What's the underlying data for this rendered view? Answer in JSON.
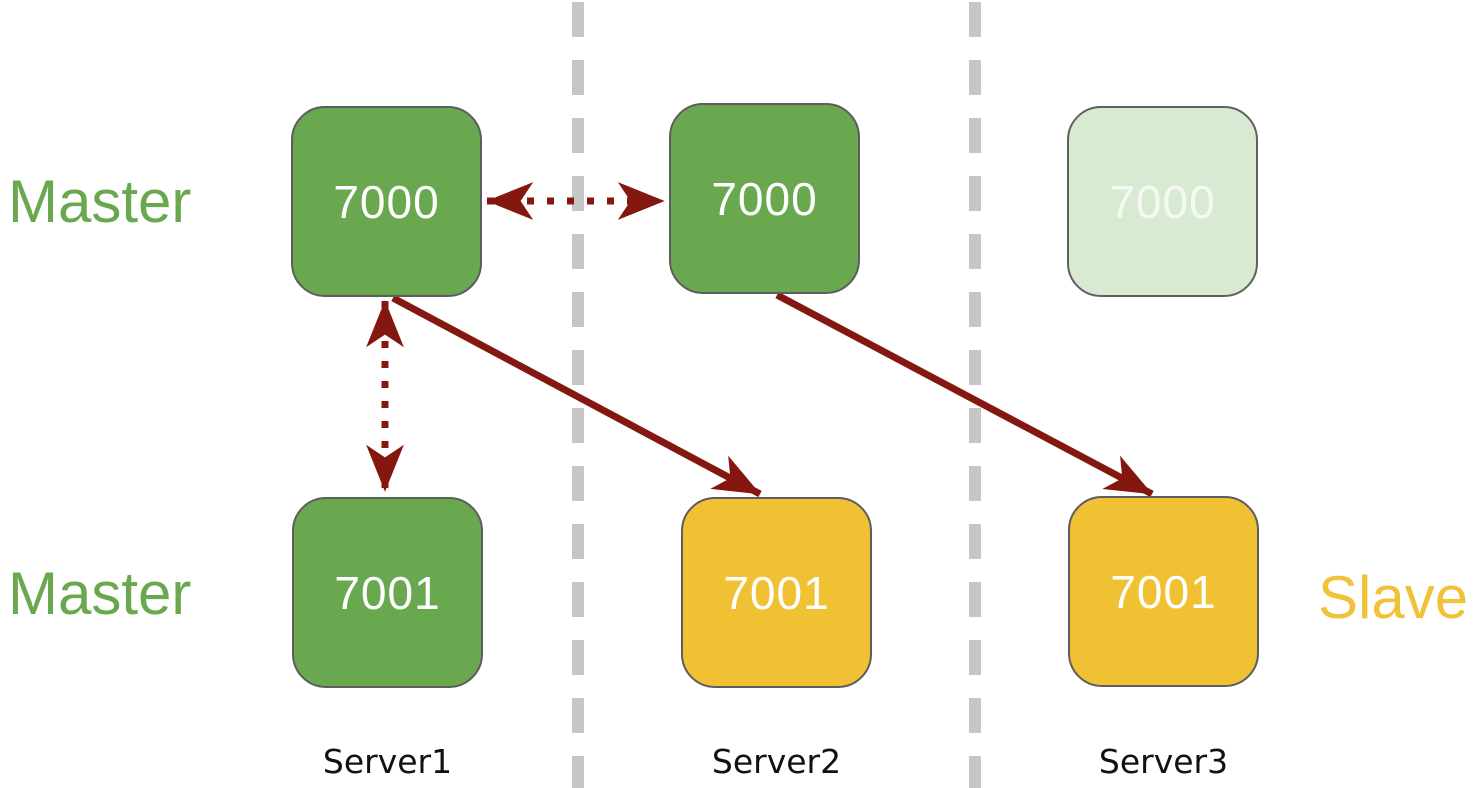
{
  "diagram": {
    "kind": "cluster-replication-topology",
    "labels": {
      "master_row_top": "Master",
      "master_row_bottom": "Master",
      "slave_row": "Slave"
    },
    "servers": [
      {
        "name": "Server1"
      },
      {
        "name": "Server2"
      },
      {
        "name": "Server3"
      }
    ],
    "nodes": [
      {
        "id": "server1-7000",
        "server": "Server1",
        "port": "7000",
        "role": "master",
        "state": "active"
      },
      {
        "id": "server2-7000",
        "server": "Server2",
        "port": "7000",
        "role": "master",
        "state": "active"
      },
      {
        "id": "server3-7000",
        "server": "Server3",
        "port": "7000",
        "role": "master",
        "state": "faded"
      },
      {
        "id": "server1-7001",
        "server": "Server1",
        "port": "7001",
        "role": "master",
        "state": "active"
      },
      {
        "id": "server2-7001",
        "server": "Server2",
        "port": "7001",
        "role": "slave",
        "state": "active"
      },
      {
        "id": "server3-7001",
        "server": "Server3",
        "port": "7001",
        "role": "slave",
        "state": "active"
      }
    ],
    "edges": [
      {
        "from": "server1-7000",
        "to": "server2-7000",
        "style": "dotted",
        "direction": "bidirectional"
      },
      {
        "from": "server1-7000",
        "to": "server1-7001",
        "style": "dotted",
        "direction": "bidirectional"
      },
      {
        "from": "server1-7000",
        "to": "server2-7001",
        "style": "solid",
        "direction": "forward"
      },
      {
        "from": "server2-7000",
        "to": "server3-7001",
        "style": "solid",
        "direction": "forward"
      }
    ],
    "colors": {
      "master_green": "#6aa84f",
      "slave_yellow": "#f0c233",
      "faded_green": "#d9ead3",
      "arrow_dark_red": "#841810",
      "divider_gray": "#c6c6c6",
      "node_border_gray": "#5d5d5d"
    }
  }
}
